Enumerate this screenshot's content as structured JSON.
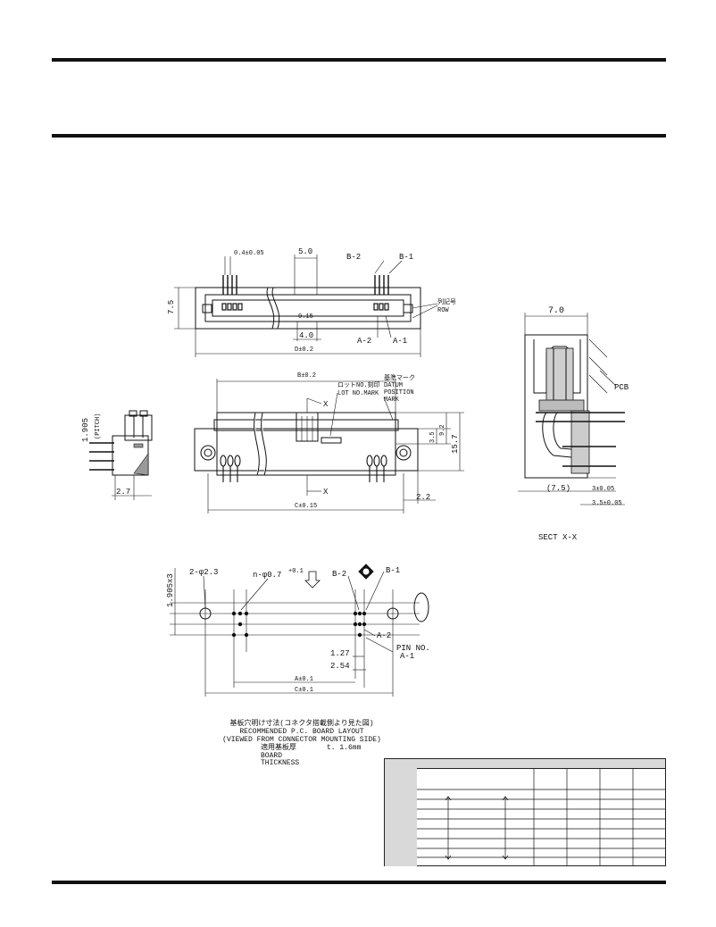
{
  "drawing": {
    "top_view": {
      "dim_pin_width": "0.4±0.05",
      "dim_row_spacing": "5.0",
      "label_b2": "B-2",
      "label_b1": "B-1",
      "dim_height": "7.5",
      "dim_tolerance": "0.15",
      "dim_offset": "4.0",
      "label_a2": "A-2",
      "label_a1": "A-1",
      "dim_d": "D±0.2",
      "label_row_jp": "列記号",
      "label_row": "ROW"
    },
    "front_view": {
      "dim_b": "B±0.2",
      "lot_mark_jp": "ロットNO.刻印",
      "lot_mark": "LOT NO.MARK",
      "datum_jp": "基準マーク",
      "datum_line1": "DATUM",
      "datum_line2": "POSITION",
      "datum_line3": "MARK",
      "section_mark_x1": "X",
      "section_mark_x2": "X",
      "dim_3_5": "3.5",
      "dim_9_2": "9.2",
      "dim_15_7": "15.7",
      "dim_c": "C±0.15",
      "dim_2_2": "2.2"
    },
    "side_view": {
      "dim_pitch": "1.905",
      "pitch_label": "(PITCH)",
      "dim_2_7": "2.7"
    },
    "section": {
      "dim_7_0": "7.0",
      "label_pcb": "PCB",
      "dim_7_5": "(7.5)",
      "dim_3": "3±0.05",
      "dim_3_5": "3.5±0.05",
      "title": "SECT X-X"
    },
    "pcb_layout": {
      "dim_1905x3": "1.905x3",
      "hole_mount": "2-φ2.3",
      "hole_pin": "n-φ0.7",
      "hole_pin_tol": "+0.1",
      "label_b2": "B-2",
      "label_b1": "B-1",
      "label_a2": "A-2",
      "pin_no": "PIN NO.",
      "label_a1": "A-1",
      "dim_1_27": "1.27",
      "dim_2_54": "2.54",
      "dim_a": "A±0.1",
      "dim_c": "C±0.1"
    }
  },
  "layout_note": {
    "jp": "基板穴明け寸法(コネクタ搭載側より見た図)",
    "line1": "RECOMMENDED P.C. BOARD LAYOUT",
    "line2": "(VIEWED FROM CONNECTOR MOUNTING SIDE)"
  },
  "board_note": {
    "jp": "適用基板厚",
    "line1": "BOARD",
    "line2": "THICKNESS",
    "value": "t. 1.6mm"
  }
}
